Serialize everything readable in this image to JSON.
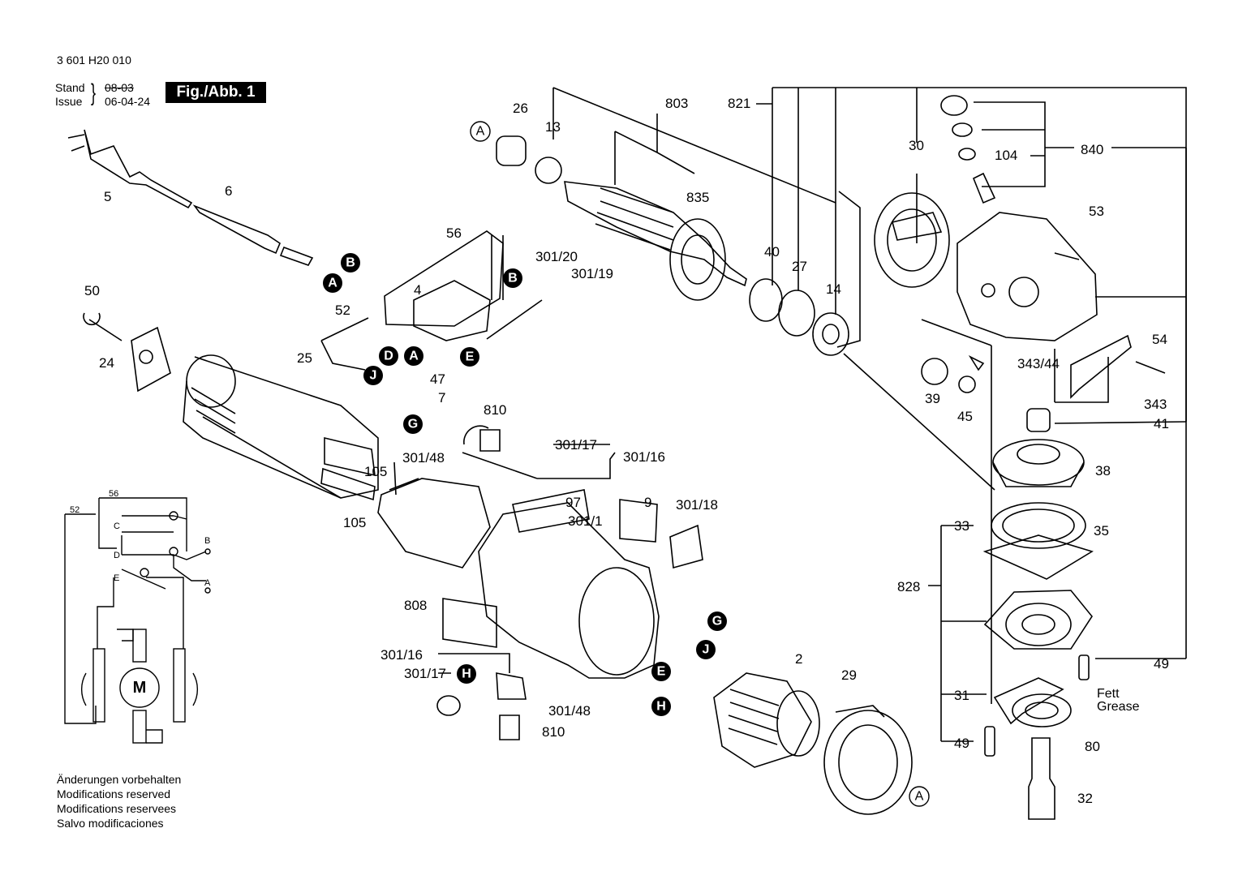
{
  "header": {
    "part_number": "3 601 H20 010",
    "stand_label": "Stand",
    "issue_label": "Issue",
    "stand_date": "08-03",
    "issue_date": "06-04-24",
    "figure_label": "Fig./Abb. 1"
  },
  "footer": {
    "lines": [
      "Änderungen vorbehalten",
      "Modifications reserved",
      "Modifications reservees",
      "Salvo modificaciones"
    ]
  },
  "callouts": {
    "p26": "26",
    "p13": "13",
    "p803": "803",
    "p821": "821",
    "p30": "30",
    "p840": "840",
    "p104": "104",
    "p835": "835",
    "p53": "53",
    "p40": "40",
    "p27": "27",
    "p14": "14",
    "p5": "5",
    "p6": "6",
    "p56": "56",
    "p30120": "301/20",
    "p30119": "301/19",
    "p50": "50",
    "p4": "4",
    "p52": "52",
    "p24": "24",
    "p25": "25",
    "p47": "47",
    "p7": "7",
    "p54": "54",
    "p34344": "343/44",
    "p343": "343",
    "p39": "39",
    "p45": "45",
    "p41": "41",
    "p810a": "810",
    "p30117a": "301/17",
    "p30116a": "301/16",
    "p30148a": "301/48",
    "p105a": "105",
    "p105b": "105",
    "p97": "97",
    "p9": "9",
    "p30118": "301/18",
    "p3011": "301/1",
    "p38": "38",
    "p33": "33",
    "p35": "35",
    "p828": "828",
    "p808": "808",
    "p30116b": "301/16",
    "p30117b": "301/17",
    "p30148b": "301/48",
    "p810b": "810",
    "p2": "2",
    "p29": "29",
    "p49a": "49",
    "p31": "31",
    "p49b": "49",
    "p80": "80",
    "p32": "32"
  },
  "notes": {
    "fett": "Fett",
    "grease": "Grease"
  },
  "connectors": {
    "A": "A",
    "B": "B",
    "D": "D",
    "E": "E",
    "G": "G",
    "H": "H",
    "J": "J"
  },
  "schematic": {
    "wire_52": "52",
    "wire_56": "56",
    "term_c": "C",
    "term_d": "D",
    "term_e": "E",
    "term_a": "A",
    "term_b": "B",
    "motor": "M"
  }
}
